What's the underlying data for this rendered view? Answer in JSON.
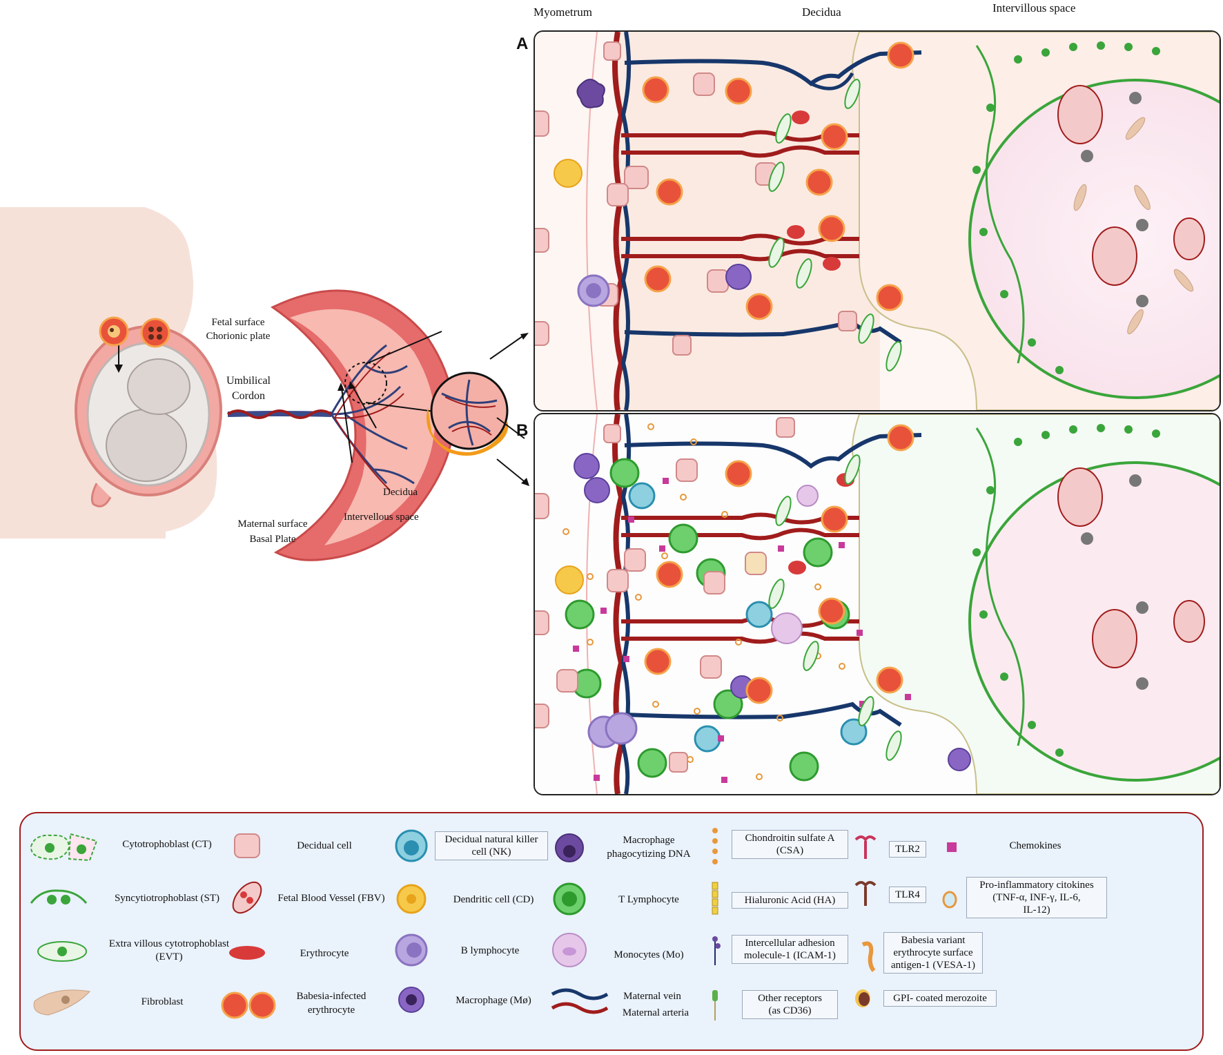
{
  "headers": {
    "myometrum": "Myometrum",
    "decidua": "Decidua",
    "intervillous": "Intervillous space"
  },
  "panels": {
    "a": "A",
    "b": "B"
  },
  "placenta_labels": {
    "fetal_surface": "Fetal surface",
    "chorionic_plate": "Chorionic plate",
    "umbilical": "Umbilical",
    "cordon": "Cordon",
    "decidua": "Decidua",
    "intervillous": "Intervellous space",
    "maternal_surface": "Maternal surface",
    "basal_plate": "Basal Plate"
  },
  "legend": {
    "ct": "Cytotrophoblast (CT)",
    "st": "Syncytiotrophoblast (ST)",
    "evt_1": "Extra villous cytotrophoblast",
    "evt_2": "(EVT)",
    "fibroblast": "Fibroblast",
    "decidual_cell": "Decidual cell",
    "fbv": "Fetal Blood Vessel (FBV)",
    "erythrocyte": "Erythrocyte",
    "babesia_1": "Babesia-infected",
    "babesia_2": "erythrocyte",
    "nk_1": "Decidual natural killer",
    "nk_2": "cell (NK)",
    "dc": "Dendritic cell (CD)",
    "b_lymph": "B lymphocyte",
    "macrophage": "Macrophage (Mø)",
    "mac_dna_1": "Macrophage",
    "mac_dna_2": "phagocytizing DNA",
    "t_lymph": "T Lymphocyte",
    "monocyte": "Monocytes (Mo)",
    "vein": "Maternal vein",
    "artery": "Maternal arteria",
    "csa_1": "Chondroitin sulfate A",
    "csa_2": "(CSA)",
    "ha": "Hialuronic Acid (HA)",
    "icam_1": "Intercellular adhesion",
    "icam_2": "molecule-1 (ICAM-1)",
    "other_1": "Other receptors",
    "other_2": "(as CD36)",
    "tlr2": "TLR2",
    "tlr4": "TLR4",
    "vesa_1": "Babesia variant",
    "vesa_2": "erythrocyte surface",
    "vesa_3": "antigen-1 (VESA-1)",
    "gpi": "GPI- coated merozoite",
    "chemokines": "Chemokines",
    "cyto_1": "Pro-inflammatory citokines",
    "cyto_2": "(TNF-α, INF-γ, IL-6,",
    "cyto_3": "IL-12)"
  },
  "colors": {
    "artery": "#a01c1c",
    "vein": "#17376b",
    "decidual": "#f6c9c9",
    "trophoblast": "#3aa53a",
    "legend_border": "#a01c1c",
    "legend_bg": "#eaf2fb",
    "panel_bg": "#fbe6df",
    "villus_bg": "#fbeaf0"
  }
}
